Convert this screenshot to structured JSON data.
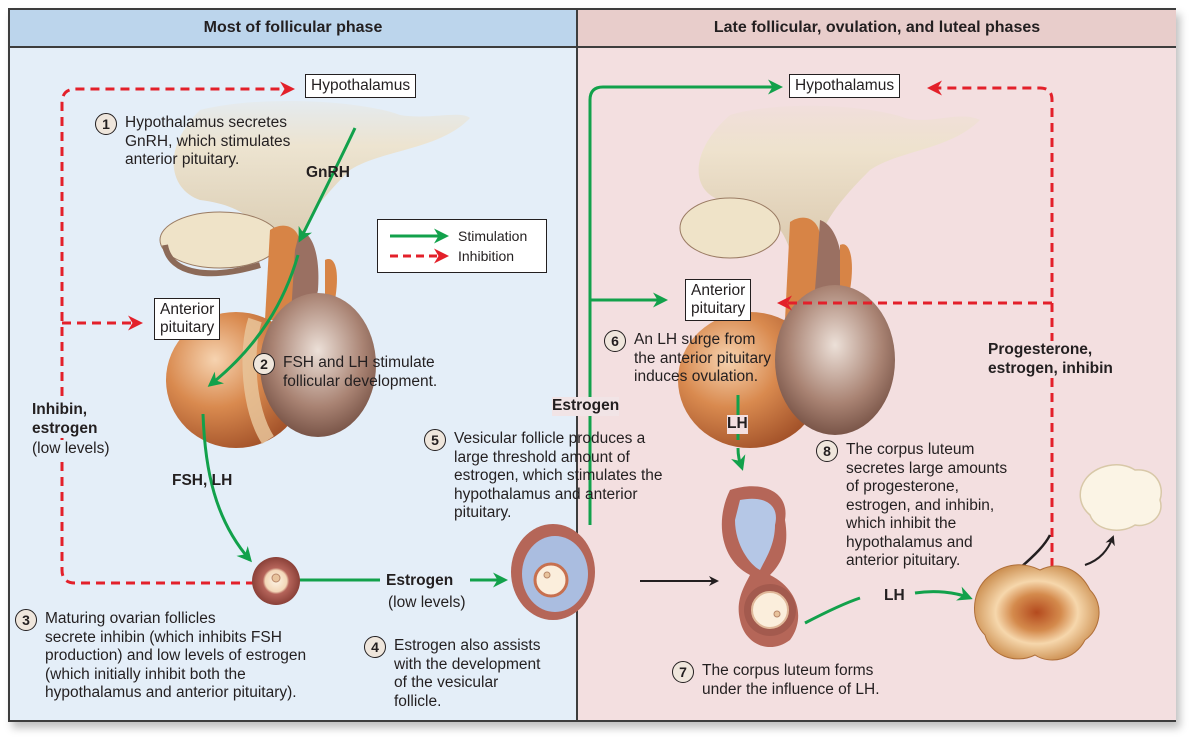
{
  "panels": {
    "left": {
      "title": "Most of follicular phase"
    },
    "right": {
      "title": "Late follicular, ovulation, and luteal phases"
    }
  },
  "legend": {
    "items": [
      {
        "label": "Stimulation",
        "style": "solid",
        "color": "#12a14b"
      },
      {
        "label": "Inhibition",
        "style": "dashed",
        "color": "#e3202a"
      }
    ]
  },
  "colors": {
    "stimulation": "#12a14b",
    "inhibition": "#e3202a",
    "left_header": "#bcd5ec",
    "left_body": "#e4eef8",
    "right_header": "#e8cdcb",
    "right_body": "#f3dfe0"
  },
  "nodes": {
    "left_hypothalamus": "Hypothalamus",
    "left_anterior_pituitary": "Anterior\npituitary",
    "right_hypothalamus": "Hypothalamus",
    "right_anterior_pituitary": "Anterior\npituitary"
  },
  "hormone_labels": {
    "gnrh": "GnRH",
    "fsh_lh": "FSH, LH",
    "inhibin_estrogen_bold": "Inhibin,\nestrogen",
    "inhibin_estrogen_note": "(low levels)",
    "estrogen_low": "Estrogen",
    "estrogen_low_note": "(low levels)",
    "estrogen_high": "Estrogen",
    "lh_surge": "LH",
    "lh_corpus": "LH",
    "prog_estro_inhibin": "Progesterone,\nestrogen, inhibin"
  },
  "steps": [
    {
      "n": "1",
      "text": "Hypothalamus secretes\nGnRH, which stimulates\nanterior pituitary."
    },
    {
      "n": "2",
      "text": "FSH and LH stimulate\nfollicular development."
    },
    {
      "n": "3",
      "text": "Maturing ovarian follicles\nsecrete inhibin (which inhibits FSH\nproduction) and low levels of estrogen\n(which initially inhibit both the\nhypothalamus and anterior pituitary)."
    },
    {
      "n": "4",
      "text": "Estrogen also assists\nwith the development\nof the vesicular\nfollicle."
    },
    {
      "n": "5",
      "text": "Vesicular follicle produces a\nlarge threshold amount of\nestrogen, which stimulates the\nhypothalamus and anterior\npituitary."
    },
    {
      "n": "6",
      "text": "An LH surge from\nthe anterior pituitary\ninduces ovulation."
    },
    {
      "n": "7",
      "text": "The corpus luteum forms\nunder the influence of LH."
    },
    {
      "n": "8",
      "text": "The corpus luteum\nsecretes large amounts\nof progesterone,\nestrogen, and inhibin,\nwhich inhibit the\nhypothalamus and\nanterior pituitary."
    }
  ]
}
